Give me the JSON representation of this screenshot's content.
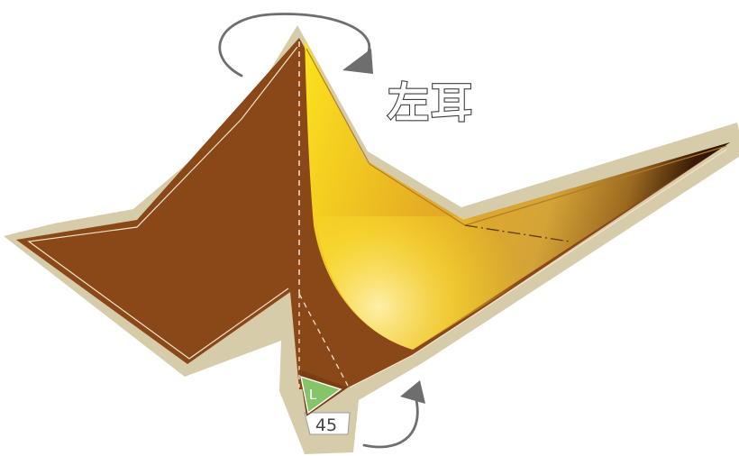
{
  "diagram": {
    "title": "左耳",
    "piece_letter": "L",
    "piece_number": "45",
    "colors": {
      "outer_border": "#d6ccaa",
      "brown": "#8a4718",
      "yellow": "#f4d418",
      "yellow_dark": "#d2a232",
      "dark_tip": "#2a1204",
      "fold_line": "#f3e4c9",
      "arrow": "#6e6e6e",
      "green_tab": "#86c46a"
    },
    "icons": {
      "top_arrow": "rotate-arrow-icon",
      "bottom_arrow": "rotate-arrow-icon"
    }
  }
}
